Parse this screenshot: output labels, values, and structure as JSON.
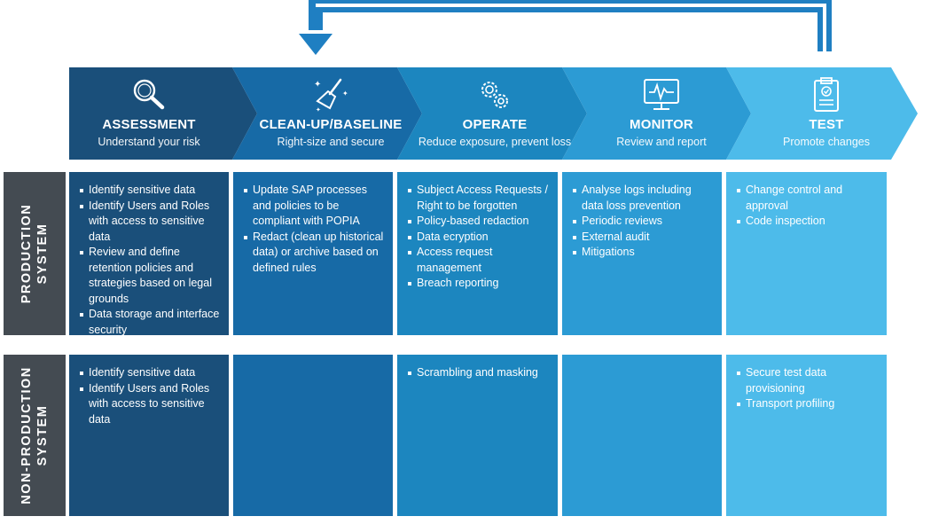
{
  "colors": {
    "assessment": "#1a4f7a",
    "cleanup": "#176aa6",
    "operate": "#1c86bf",
    "monitor": "#2c9bd4",
    "test": "#4dbbea",
    "rowlabel": "#444b52",
    "loop_arrow": "#1f7fc2"
  },
  "phases": [
    {
      "title": "ASSESSMENT",
      "subtitle": "Understand your risk",
      "icon": "magnifier-icon"
    },
    {
      "title": "CLEAN-UP/BASELINE",
      "subtitle": "Right-size and secure",
      "icon": "broom-icon"
    },
    {
      "title": "OPERATE",
      "subtitle": "Reduce exposure, prevent loss",
      "icon": "gears-icon"
    },
    {
      "title": "MONITOR",
      "subtitle": "Review and report",
      "icon": "monitor-icon"
    },
    {
      "title": "TEST",
      "subtitle": "Promote changes",
      "icon": "clipboard-icon"
    }
  ],
  "rows": [
    {
      "label_line1": "PRODUCTION",
      "label_line2": "SYSTEM",
      "cells": [
        [
          "Identify sensitive data",
          "Identify Users and Roles with access to sensitive data",
          "Review and define retention policies and strategies based on legal grounds",
          "Data storage and interface security"
        ],
        [
          "Update SAP processes and policies to be compliant with POPIA",
          "Redact (clean up historical data) or archive based on defined rules"
        ],
        [
          "Subject Access Requests / Right to be forgotten",
          "Policy-based redaction",
          "Data ecryption",
          "Access request management",
          "Breach reporting"
        ],
        [
          "Analyse logs including data loss prevention",
          "Periodic reviews",
          "External audit",
          "Mitigations"
        ],
        [
          "Change control and approval",
          "Code inspection"
        ]
      ]
    },
    {
      "label_line1": "NON-PRODUCTION",
      "label_line2": "SYSTEM",
      "cells": [
        [
          "Identify sensitive data",
          "Identify Users and Roles with access to sensitive data"
        ],
        [],
        [
          "Scrambling and masking"
        ],
        [],
        [
          "Secure test data provisioning",
          "Transport profiling"
        ]
      ]
    }
  ]
}
